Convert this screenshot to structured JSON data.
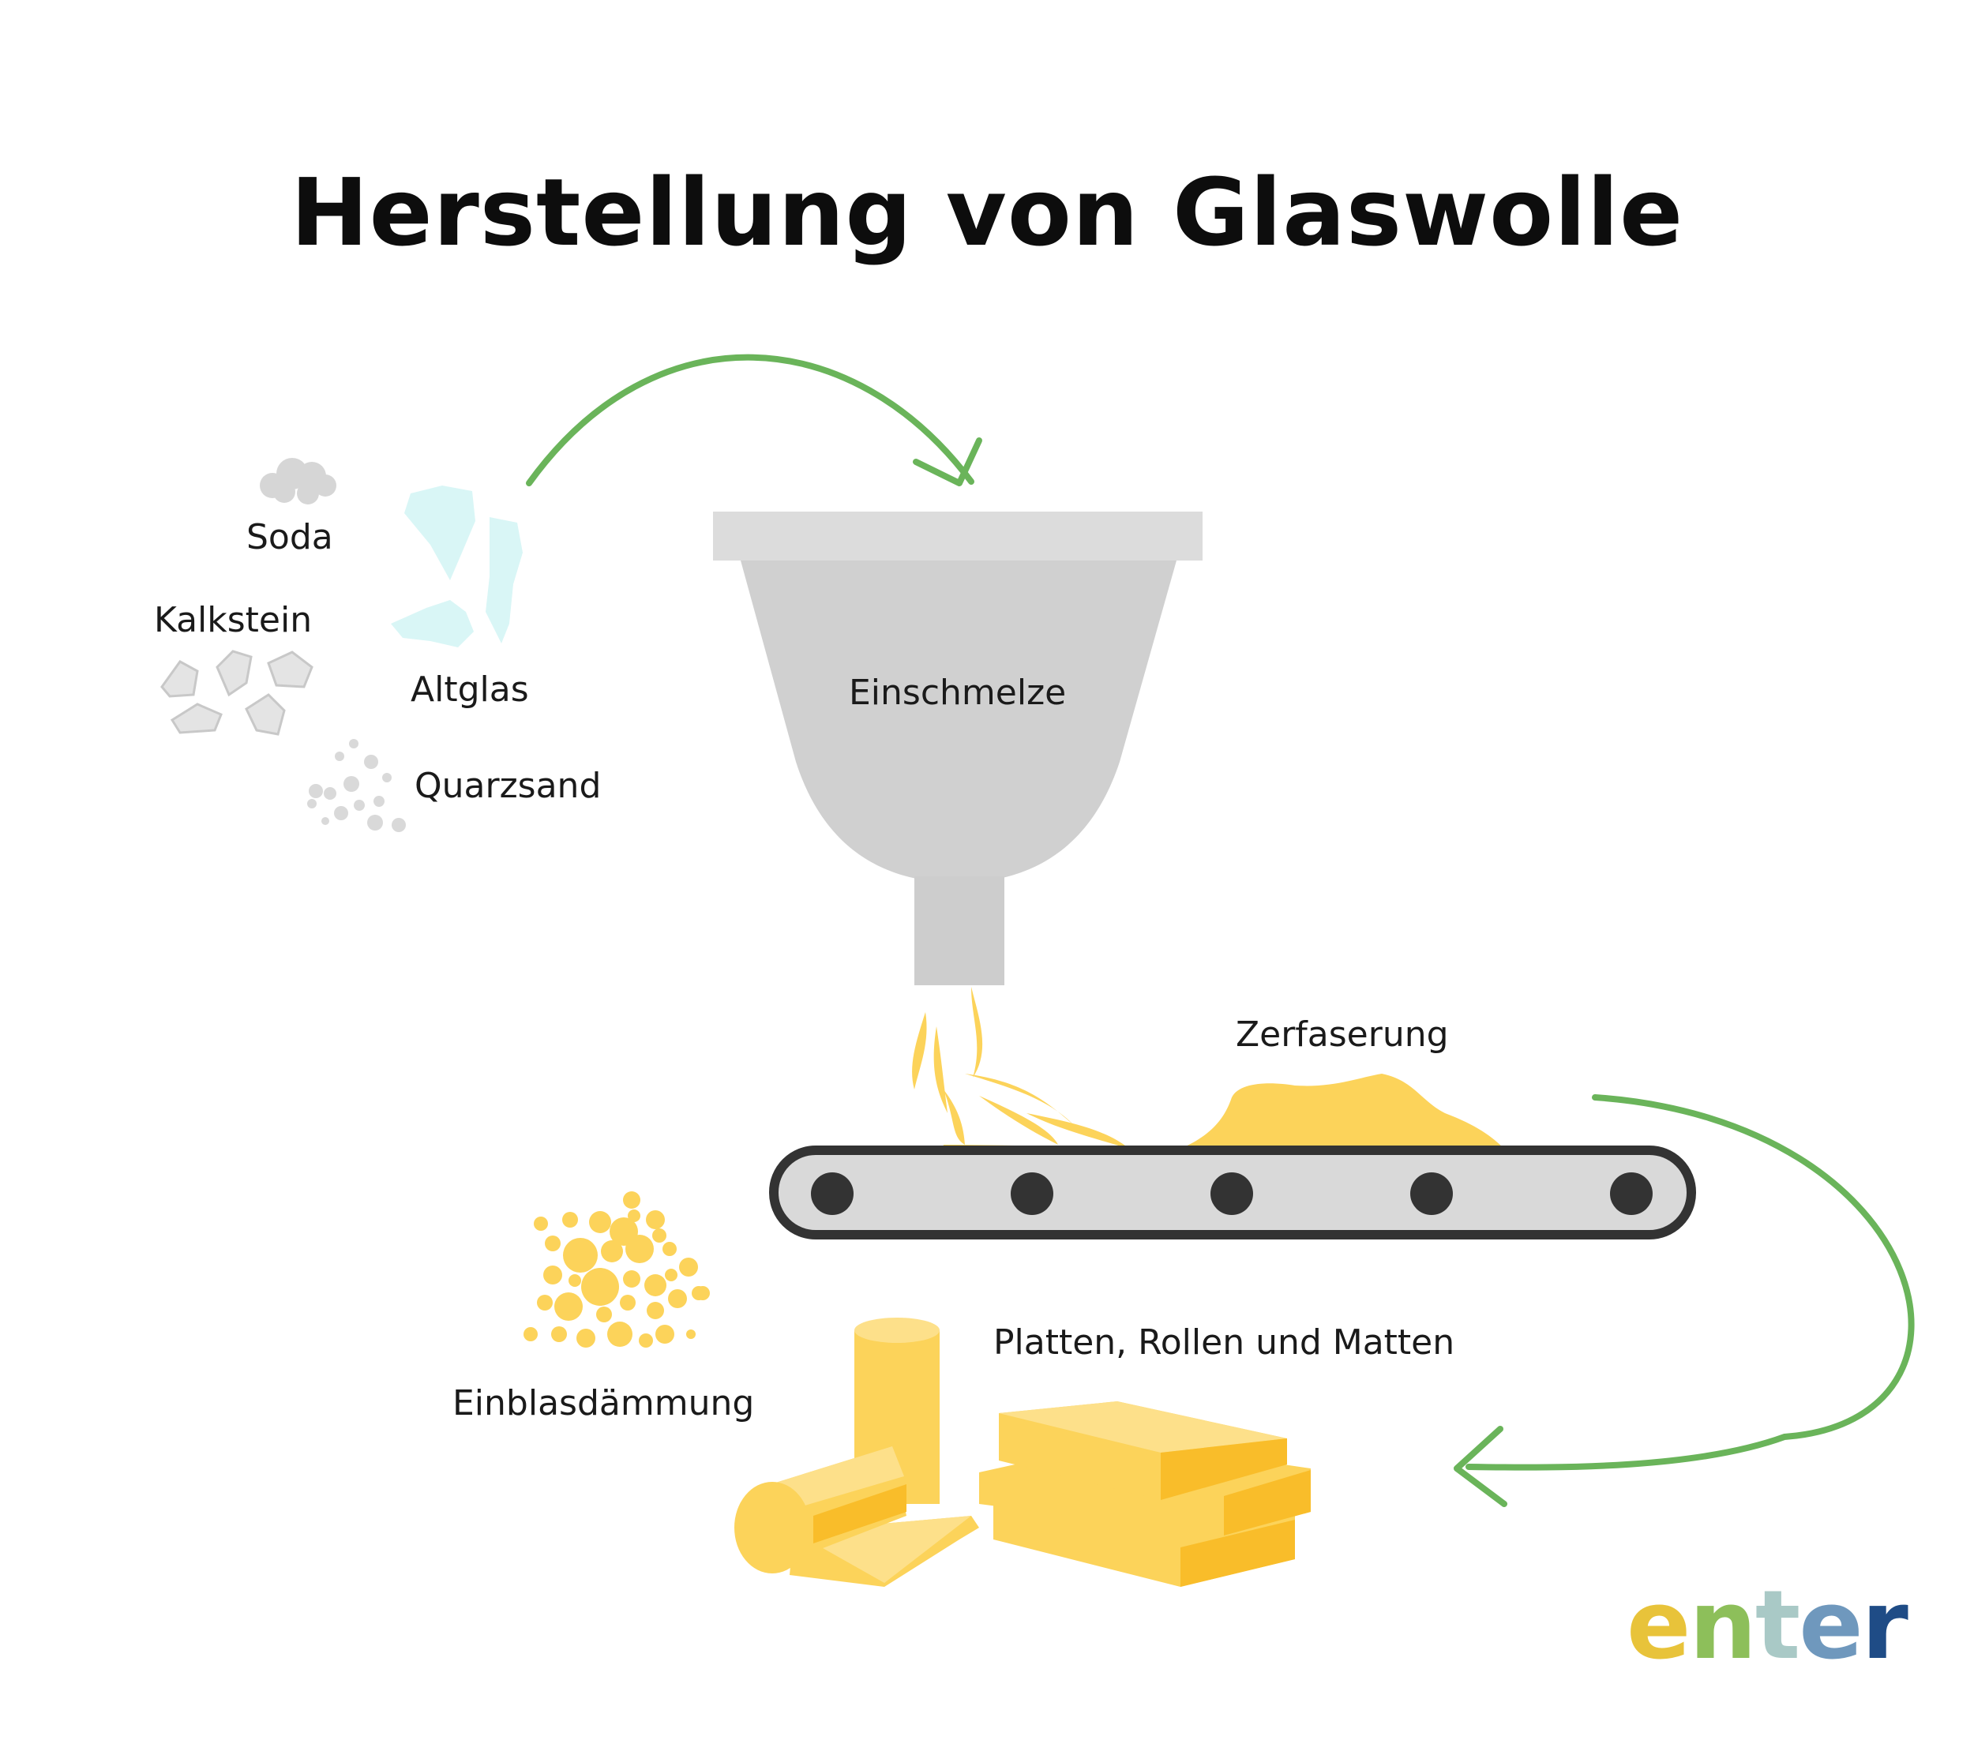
{
  "title": "Herstellung von Glaswolle",
  "labels": {
    "soda": "Soda",
    "kalkstein": "Kalkstein",
    "altglas": "Altglas",
    "quarzsand": "Quarzsand",
    "einschmelze": "Einschmelze",
    "zerfaserung": "Zerfaserung",
    "einblasdaemmung": "Einblasdämmung",
    "produkte": "Platten, Rollen und Matten"
  },
  "logo": {
    "letters": [
      "e",
      "n",
      "t",
      "e",
      "r"
    ],
    "colors": [
      "#e8c33a",
      "#8dbf5a",
      "#a9c9c6",
      "#6f98bd",
      "#1f4c86"
    ]
  },
  "colors": {
    "arrow": "#6ab45a",
    "funnel": "#d0d0d0",
    "funnel_rim": "#dcdcdc",
    "belt_fill": "#d9d9d9",
    "belt_stroke": "#333333",
    "wool": "#fcd35a",
    "wool_dark": "#f9bd2a",
    "glass": "#d9f6f6"
  },
  "icons": [
    "soda-cloud-icon",
    "limestone-rocks-icon",
    "old-glass-shards-icon",
    "quartz-sand-dots-icon",
    "melting-funnel-icon",
    "fiber-stream-icon",
    "conveyor-belt-icon",
    "loose-fill-granules-icon",
    "insulation-roll-icon",
    "insulation-boards-icon",
    "process-arrow-icon"
  ]
}
